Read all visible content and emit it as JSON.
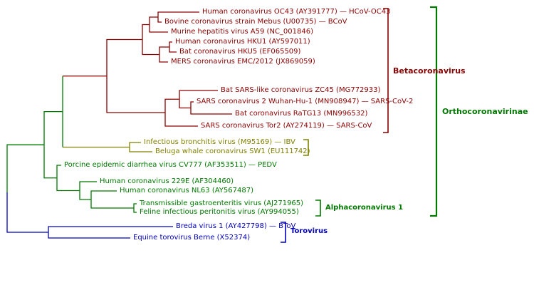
{
  "figure": {
    "type": "phylogenetic-tree",
    "background": "#ffffff"
  },
  "colors": {
    "clade-red": "#8b0000",
    "clade-olive": "#808000",
    "clade-green": "#007800",
    "clade-blue": "#0000bb"
  },
  "tree": {
    "family_bracket": "Orthocoronavirinae",
    "red": {
      "bracket": "Betacoronavirus",
      "tips": [
        "Human coronavirus OC43 (AY391777) — HCoV-OC43",
        "Bovine coronavirus strain Mebus (U00735) — BCoV",
        "Murine hepatitis virus A59 (NC_001846)",
        "Human coronavirus HKU1 (AY597011)",
        "Bat coronavirus HKU5 (EF065509)",
        "MERS coronavirus EMC/2012 (JX869059)",
        "Bat SARS-like coronavirus ZC45 (MG772933)",
        "SARS coronavirus 2 Wuhan-Hu-1 (MN908947) — SARS-CoV-2",
        "Bat coronavirus RaTG13 (MN996532)",
        "SARS coronavirus Tor2 (AY274119) — SARS-CoV"
      ]
    },
    "olive": {
      "tips": [
        "Infectious bronchitis virus (M95169) — IBV",
        "Beluga whale coronavirus SW1 (EU111742)"
      ]
    },
    "green": {
      "bracket_inner": "Alphacoronavirus 1",
      "tips": [
        "Porcine epidemic diarrhea virus CV777 (AF353511) — PEDV",
        "Human coronavirus 229E (AF304460)",
        "Human coronavirus NL63 (AY567487)",
        "Transmissible gastroenteritis virus (AJ271965)",
        "Feline infectious peritonitis virus (AY994055)"
      ]
    },
    "blue": {
      "bracket": "Torovirus",
      "tips": [
        "Breda virus 1 (AY427798) — BToV",
        "Equine torovirus Berne (X52374)"
      ]
    }
  }
}
